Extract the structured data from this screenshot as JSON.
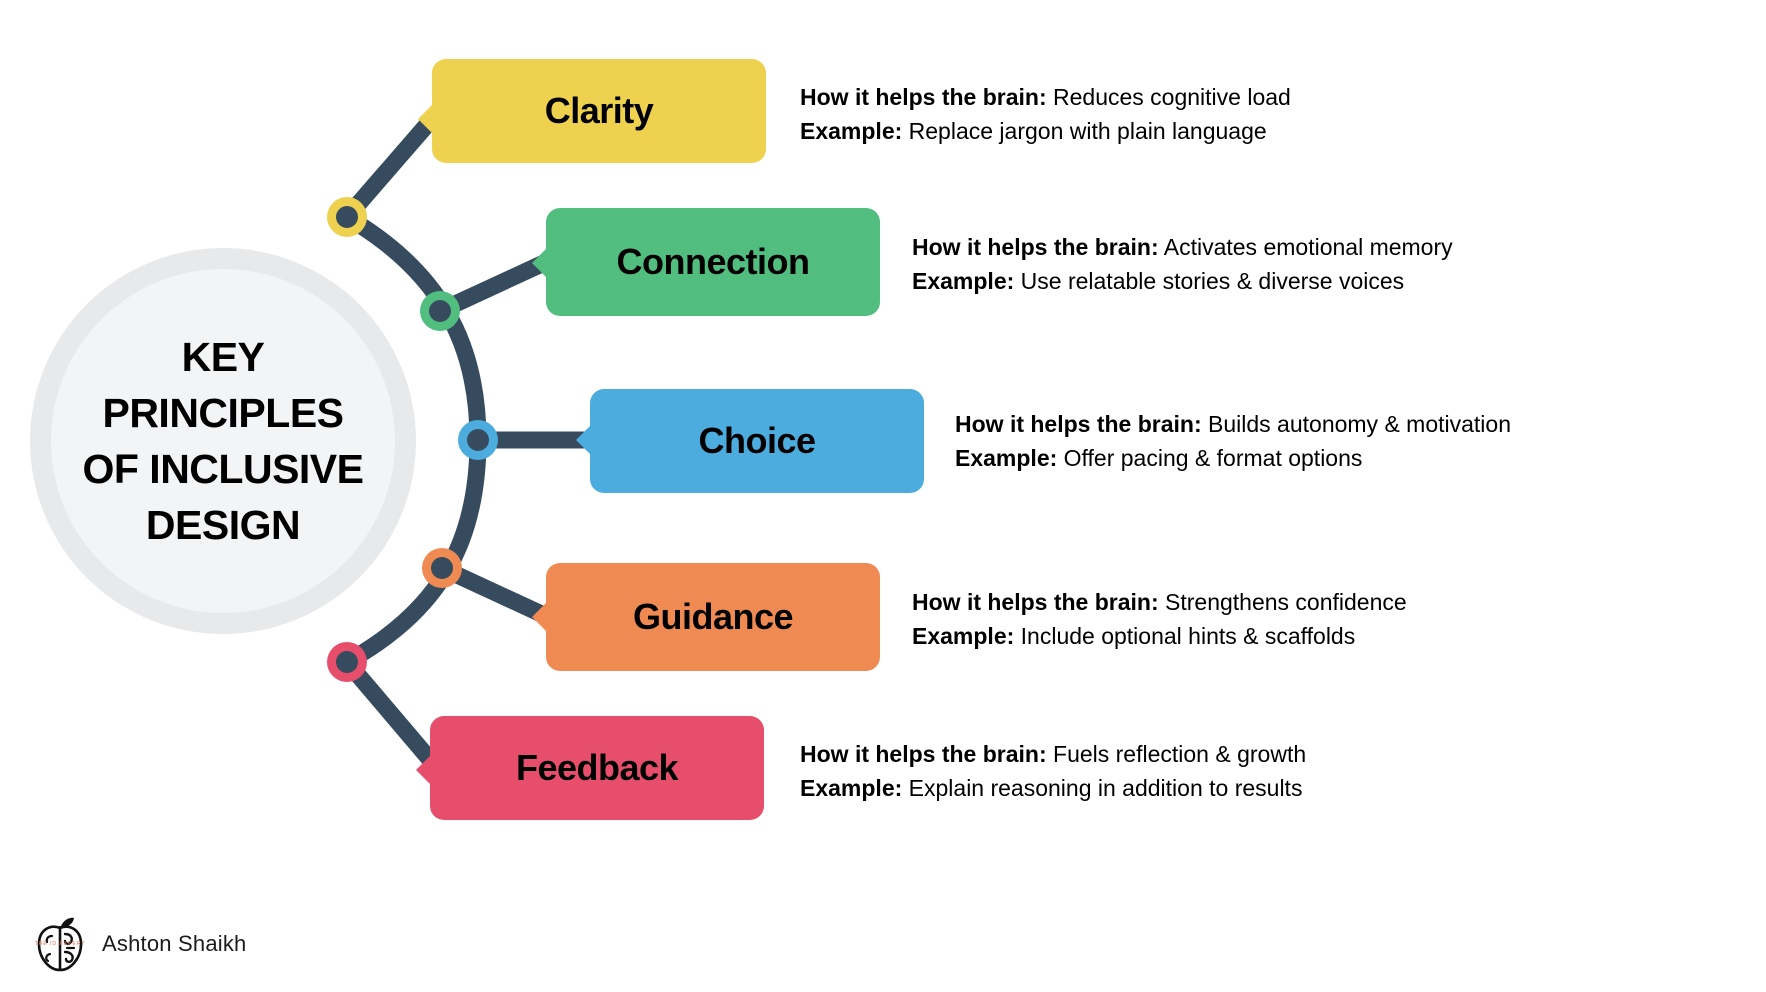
{
  "hub": {
    "title": "KEY\nPRINCIPLES\nOF INCLUSIVE\nDESIGN"
  },
  "labels": {
    "how_it_helps": "How it helps the brain:",
    "example": "Example:"
  },
  "principles": [
    {
      "name": "Clarity",
      "color": "#EDD14F",
      "node_color": "#EDD14F",
      "how_it_helps": " Reduces cognitive load",
      "example": " Replace jargon with plain language"
    },
    {
      "name": "Connection",
      "color": "#51BE7F",
      "node_color": "#51BE7F",
      "how_it_helps": " Activates emotional memory",
      "example": " Use relatable stories & diverse voices"
    },
    {
      "name": "Choice",
      "color": "#4BACDD",
      "node_color": "#4BACDD",
      "how_it_helps": " Builds autonomy & motivation",
      "example": " Offer pacing & format options"
    },
    {
      "name": "Guidance",
      "color": "#EF8B52",
      "node_color": "#EF8B52",
      "how_it_helps": " Strengthens confidence",
      "example": " Include optional hints & scaffolds"
    },
    {
      "name": "Feedback",
      "color": "#E74E6B",
      "node_color": "#E74E6B",
      "how_it_helps": " Fuels reflection & growth",
      "example": " Explain reasoning in addition to results"
    }
  ],
  "footer": {
    "author": "Ashton Shaikh",
    "logo_text": "THE ID EXPERT",
    "logo_text_color": "#E07A4F"
  },
  "theme": {
    "wire_color": "#374B5F",
    "node_core_color": "#374B5F",
    "hub_ring_color": "#e8e9eb",
    "hub_fill_color": "#f3f4f6",
    "background": "#ffffff"
  }
}
